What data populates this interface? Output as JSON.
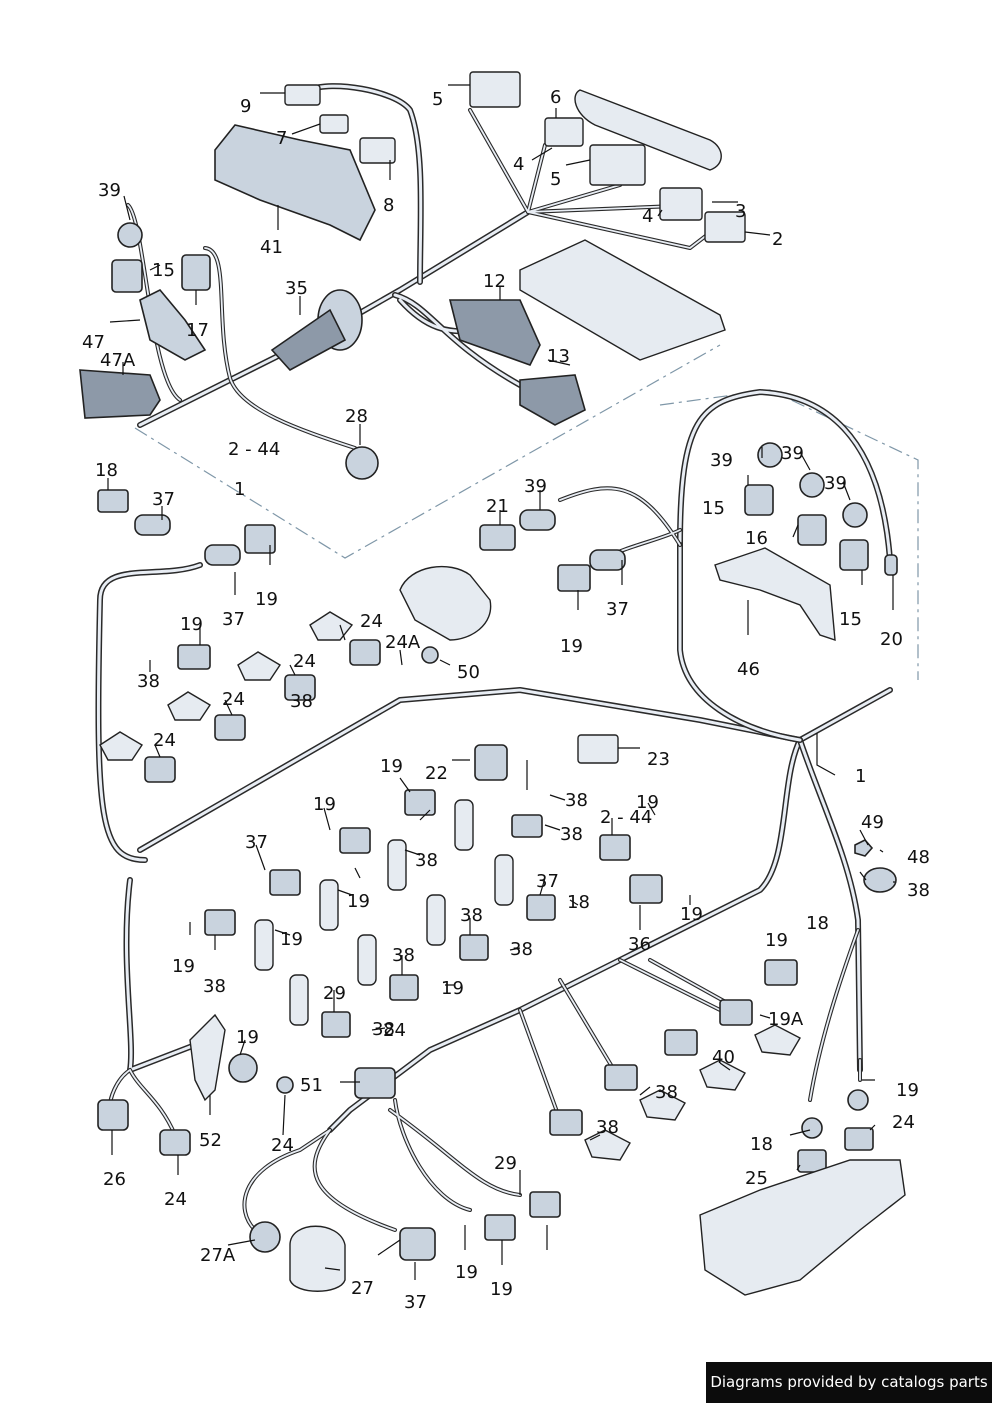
{
  "diagram": {
    "callouts": [
      "9",
      "7",
      "5",
      "6",
      "4",
      "5",
      "4",
      "3",
      "2",
      "8",
      "41",
      "39",
      "15",
      "17",
      "47",
      "47A",
      "35",
      "12",
      "13",
      "28",
      "2 - 44",
      "1",
      "18",
      "37",
      "19",
      "37",
      "39",
      "21",
      "37",
      "19",
      "39",
      "39",
      "39",
      "15",
      "16",
      "15",
      "20",
      "46",
      "19",
      "38",
      "24",
      "24A",
      "50",
      "24",
      "24",
      "38",
      "24",
      "23",
      "22",
      "38",
      "19",
      "38",
      "19",
      "38",
      "37",
      "19",
      "2 - 44",
      "1",
      "49",
      "48",
      "38",
      "19",
      "38",
      "19",
      "19",
      "37",
      "19",
      "38",
      "18",
      "36",
      "18",
      "19",
      "38",
      "38",
      "19",
      "29",
      "19",
      "38",
      "24",
      "19A",
      "51",
      "52",
      "24",
      "40",
      "19",
      "24",
      "38",
      "18",
      "25",
      "26",
      "24",
      "38",
      "29",
      "27A",
      "27",
      "37",
      "19",
      "19"
    ]
  },
  "footer": {
    "text": "Diagrams provided by catalogs parts"
  }
}
